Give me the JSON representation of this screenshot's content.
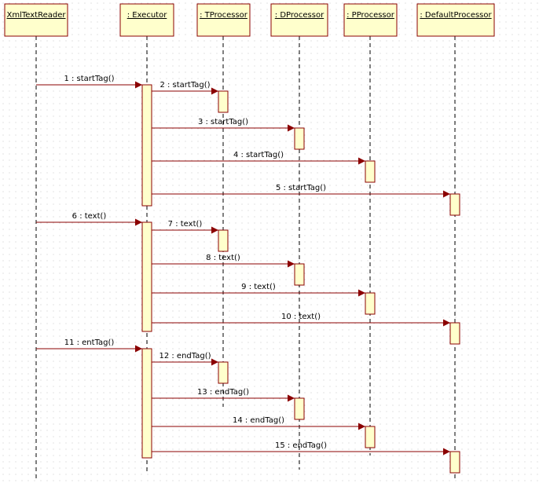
{
  "colors": {
    "object_fill": "#ffffcc",
    "object_border": "#8b0000",
    "activation_fill": "#ffffcc",
    "activation_border": "#8b0000",
    "message_line": "#8b0000",
    "lifeline": "#000000"
  },
  "participants": [
    {
      "id": "xml",
      "label": "XmlTextReader"
    },
    {
      "id": "exec",
      "label": ": Executor"
    },
    {
      "id": "tproc",
      "label": ": TProcessor"
    },
    {
      "id": "dproc",
      "label": ": DProcessor"
    },
    {
      "id": "pproc",
      "label": ": PProcessor"
    },
    {
      "id": "defproc",
      "label": ": DefaultProcessor"
    }
  ],
  "messages": [
    {
      "num": 1,
      "text": "1 : startTag()",
      "from": "xml",
      "to": "exec"
    },
    {
      "num": 2,
      "text": "2 : startTag()",
      "from": "exec",
      "to": "tproc"
    },
    {
      "num": 3,
      "text": "3 : startTag()",
      "from": "exec",
      "to": "dproc"
    },
    {
      "num": 4,
      "text": "4 : startTag()",
      "from": "exec",
      "to": "pproc"
    },
    {
      "num": 5,
      "text": "5 : startTag()",
      "from": "exec",
      "to": "defproc"
    },
    {
      "num": 6,
      "text": "6 : text()",
      "from": "xml",
      "to": "exec"
    },
    {
      "num": 7,
      "text": "7 : text()",
      "from": "exec",
      "to": "tproc"
    },
    {
      "num": 8,
      "text": "8 : text()",
      "from": "exec",
      "to": "dproc"
    },
    {
      "num": 9,
      "text": "9 : text()",
      "from": "exec",
      "to": "pproc"
    },
    {
      "num": 10,
      "text": "10 : text()",
      "from": "exec",
      "to": "defproc"
    },
    {
      "num": 11,
      "text": "11 : entTag()",
      "from": "xml",
      "to": "exec"
    },
    {
      "num": 12,
      "text": "12 : endTag()",
      "from": "exec",
      "to": "tproc"
    },
    {
      "num": 13,
      "text": "13 : endTag()",
      "from": "exec",
      "to": "dproc"
    },
    {
      "num": 14,
      "text": "14 : endTag()",
      "from": "exec",
      "to": "pproc"
    },
    {
      "num": 15,
      "text": "15 : endTag()",
      "from": "exec",
      "to": "defproc"
    }
  ]
}
